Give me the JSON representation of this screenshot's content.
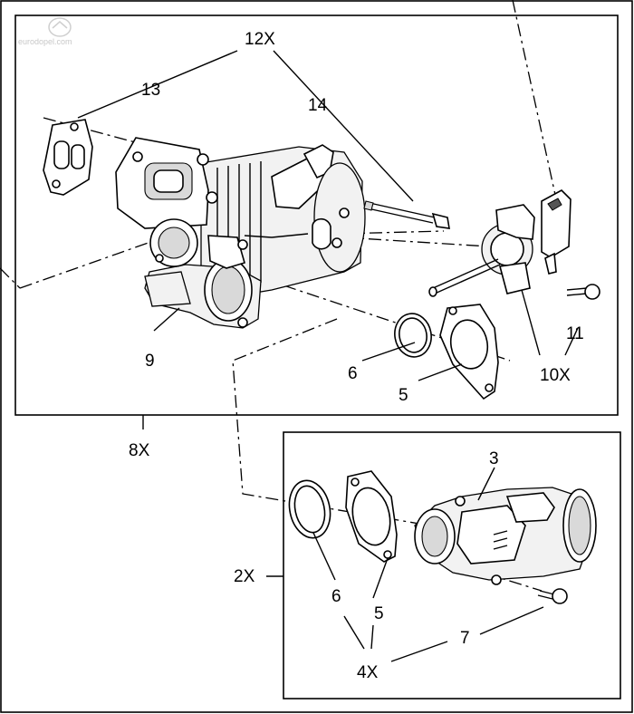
{
  "watermark": "eurodopel.com",
  "callouts": {
    "c12x": "12X",
    "c13": "13",
    "c14": "14",
    "c9": "9",
    "c6_top": "6",
    "c5_top": "5",
    "c11": "11",
    "c10x": "10X",
    "c8x": "8X",
    "c3": "3",
    "c2x": "2X",
    "c6_bot": "6",
    "c5_bot": "5",
    "c7": "7",
    "c4x": "4X"
  }
}
